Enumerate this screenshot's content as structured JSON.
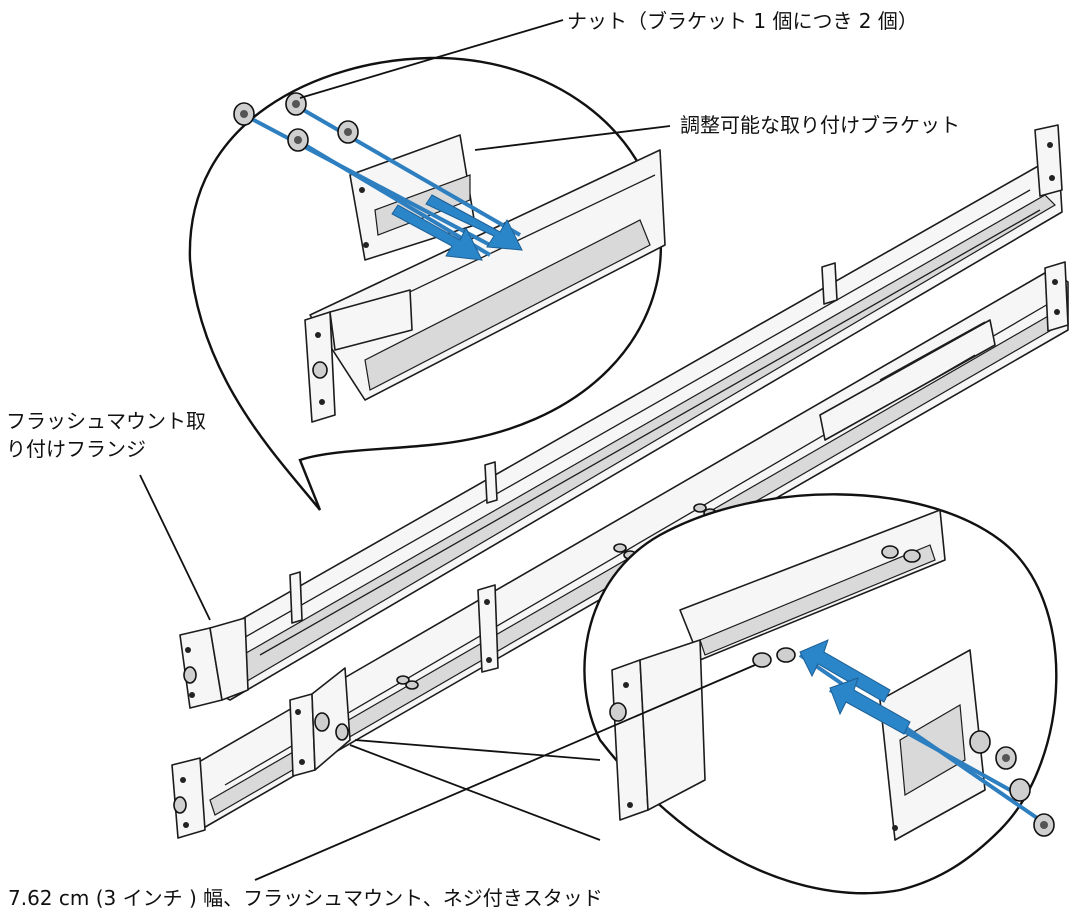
{
  "labels": {
    "nut": "ナット（ブラケット 1 個につき 2 個）",
    "adjustable_bracket": "調整可能な取り付けブラケット",
    "flange_line1": "フラッシュマウント取",
    "flange_line2": "り付けフランジ",
    "stud": "7.62 cm (3 インチ ) 幅、フラッシュマウント、ネジ付きスタッド"
  },
  "colors": {
    "accent_blue": "#2e7fc0",
    "line": "#1c1c1c",
    "metal_shade": "#d9d9d9"
  }
}
